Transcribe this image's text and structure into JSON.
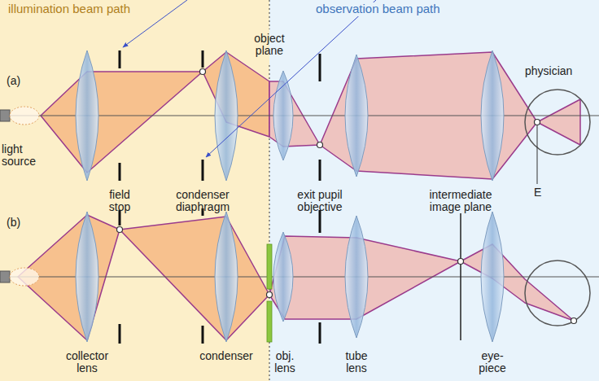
{
  "diagram": {
    "labels": [
      "illumination beam path",
      "observation beam path",
      "object plane",
      "(a)",
      "physician",
      "light source",
      "field stop",
      "condenser diaphragm",
      "exit pupil objective",
      "intermediate image plane",
      "E",
      "(b)",
      "collector lens",
      "condenser",
      "obj. lens",
      "tube lens",
      "eye- piece"
    ]
  }
}
